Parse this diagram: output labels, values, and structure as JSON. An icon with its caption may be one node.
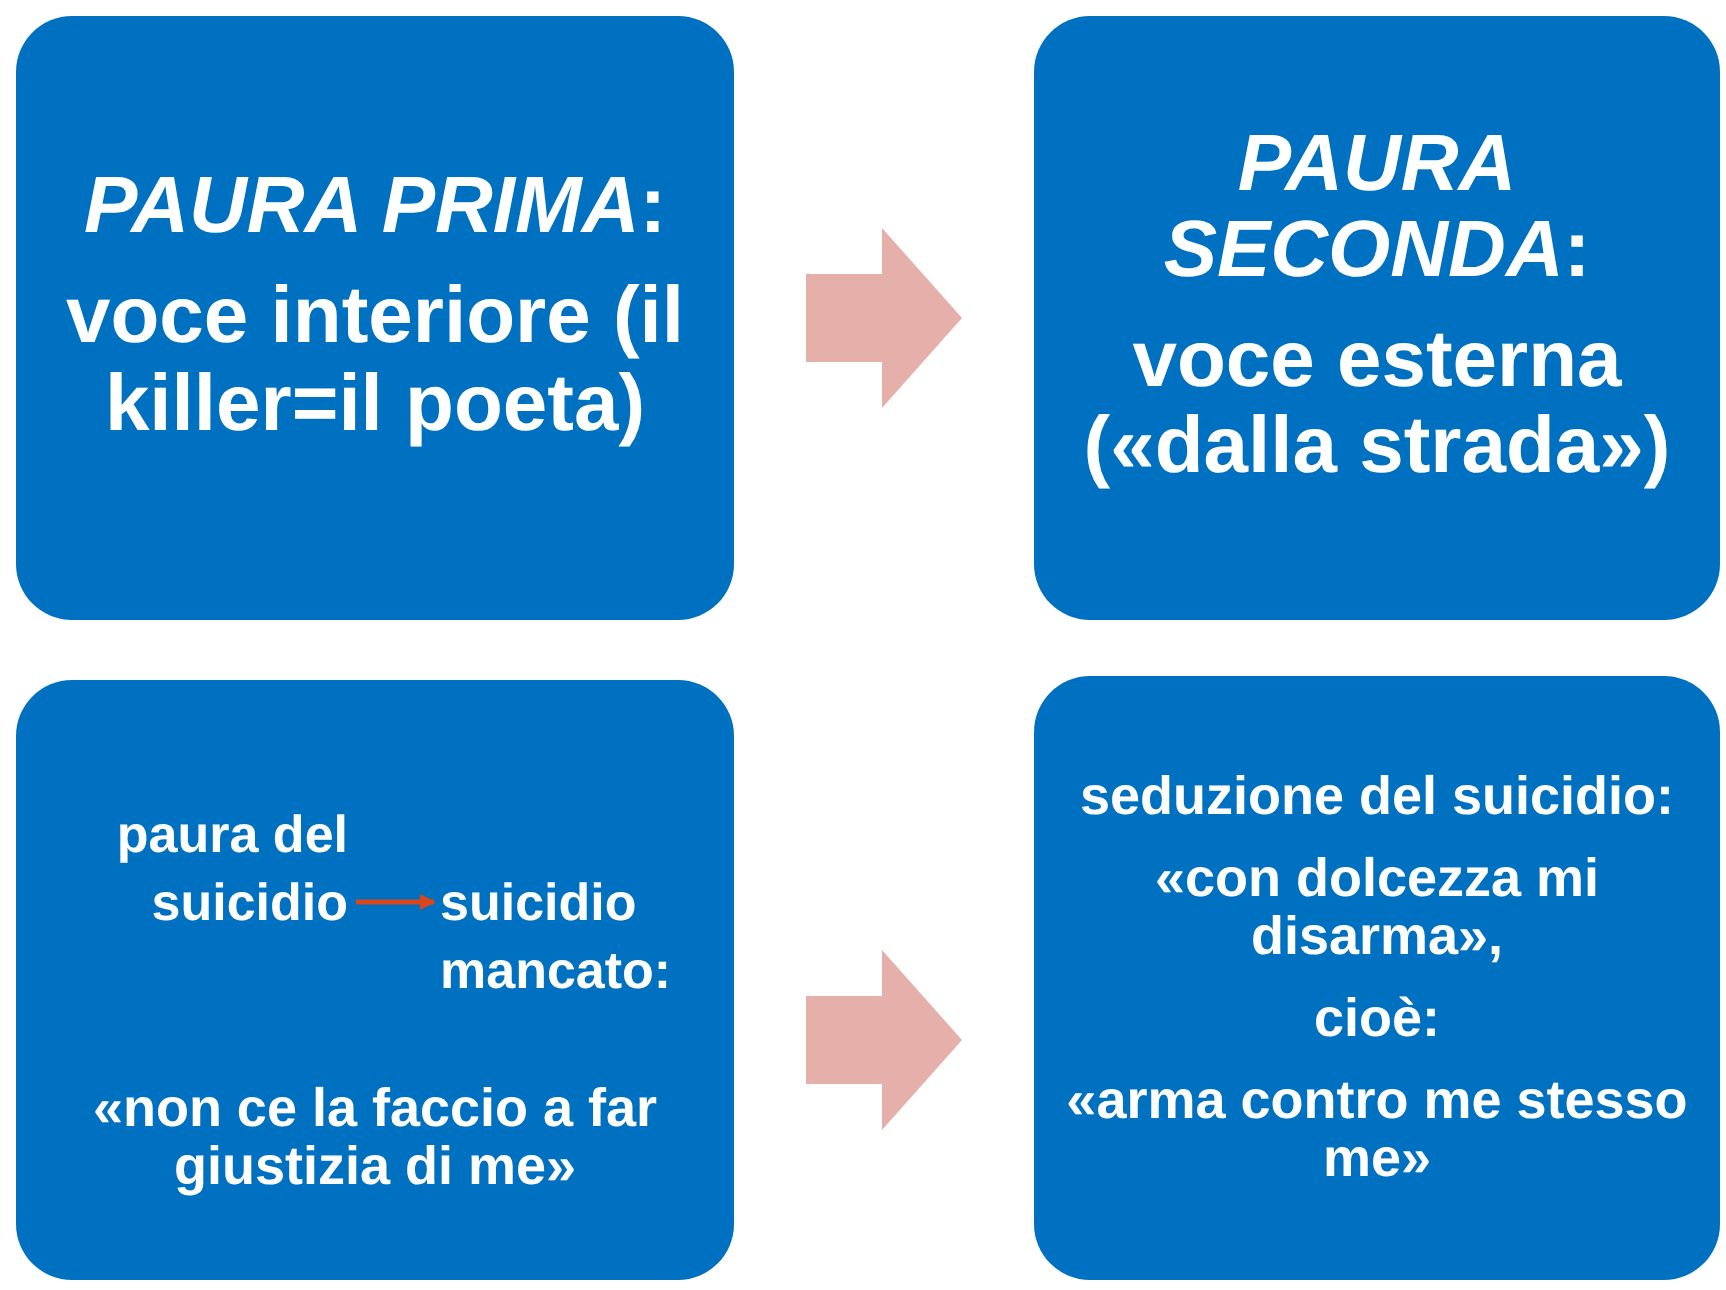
{
  "diagram": {
    "nodes": [
      {
        "text": [
          "*PAURA PRIMA*:",
          "voce interiore (il killer=il poeta)"
        ]
      },
      {
        "text": [
          "*PAURA SECONDA*:",
          "voce esterna («dalla strada»)"
        ]
      },
      {
        "text": [
          "«non ce la faccio a far giustizia di me»"
        ]
      },
      {
        "text": [
          "paura del suicidio"
        ],
        "in": 2
      },
      {
        "text": [
          "suicidio mancato:"
        ],
        "in": 2
      },
      {
        "text": [
          "seduzione del suicidio:",
          "«con dolcezza mi disarma»,",
          "cioè:",
          "«arma contro me stesso me»"
        ]
      }
    ],
    "edges": [
      {
        "from": 0,
        "to": 1,
        "arrow": "to",
        "style": "thick"
      },
      {
        "from": 2,
        "to": 5,
        "arrow": "to",
        "style": "thick"
      },
      {
        "from": 3,
        "to": 4,
        "arrow": "to",
        "color": "#d9461c"
      }
    ]
  }
}
